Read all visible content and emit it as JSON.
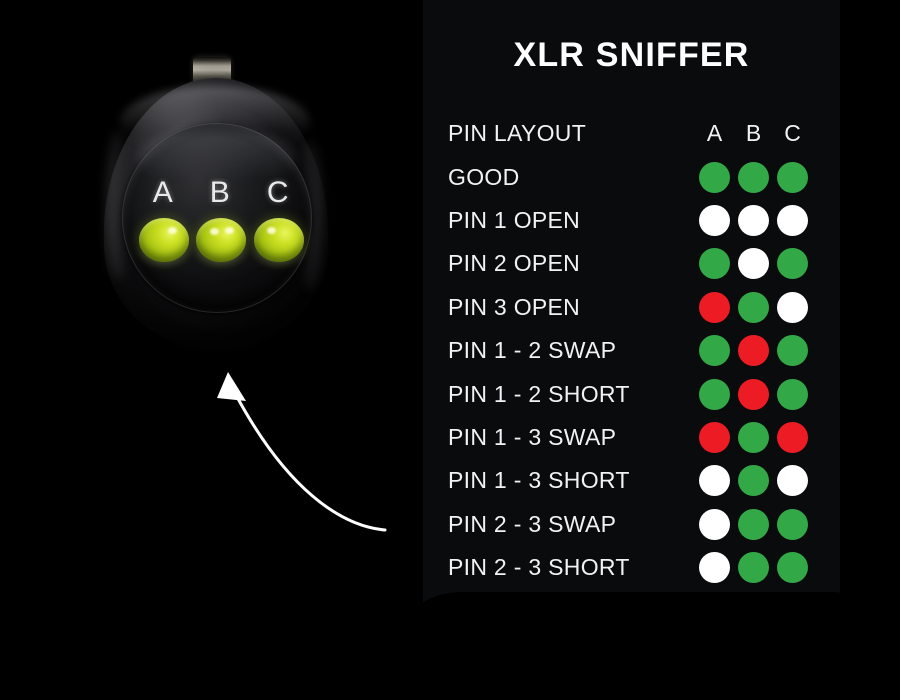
{
  "panel": {
    "title": "XLR SNIFFER",
    "column_headers": [
      "A",
      "B",
      "C"
    ],
    "rows": [
      {
        "label": "PIN LAYOUT",
        "type": "header",
        "states": [
          "A",
          "B",
          "C"
        ]
      },
      {
        "label": "GOOD",
        "type": "data",
        "states": [
          "green",
          "green",
          "green"
        ]
      },
      {
        "label": "PIN 1 OPEN",
        "type": "data",
        "states": [
          "white",
          "white",
          "white"
        ]
      },
      {
        "label": "PIN 2 OPEN",
        "type": "data",
        "states": [
          "green",
          "white",
          "green"
        ]
      },
      {
        "label": "PIN 3 OPEN",
        "type": "data",
        "states": [
          "red",
          "green",
          "white"
        ]
      },
      {
        "label": "PIN 1 - 2 SWAP",
        "type": "data",
        "states": [
          "green",
          "red",
          "green"
        ]
      },
      {
        "label": "PIN 1 - 2 SHORT",
        "type": "data",
        "states": [
          "green",
          "red",
          "green"
        ]
      },
      {
        "label": "PIN 1 - 3 SWAP",
        "type": "data",
        "states": [
          "red",
          "green",
          "red"
        ]
      },
      {
        "label": "PIN 1 - 3 SHORT",
        "type": "data",
        "states": [
          "white",
          "green",
          "white"
        ]
      },
      {
        "label": "PIN 2 - 3 SWAP",
        "type": "data",
        "states": [
          "white",
          "green",
          "green"
        ]
      },
      {
        "label": "PIN 2 - 3 SHORT",
        "type": "data",
        "states": [
          "white",
          "green",
          "green"
        ]
      }
    ]
  },
  "device": {
    "pin_labels": [
      "A",
      "B",
      "C"
    ],
    "led_color": "#c8de23"
  },
  "colors": {
    "green": "#33a847",
    "red": "#ed1c24",
    "white": "#ffffff",
    "panel_background": "#0a0b0d",
    "page_background": "#000000",
    "text": "#f2f2f4"
  }
}
